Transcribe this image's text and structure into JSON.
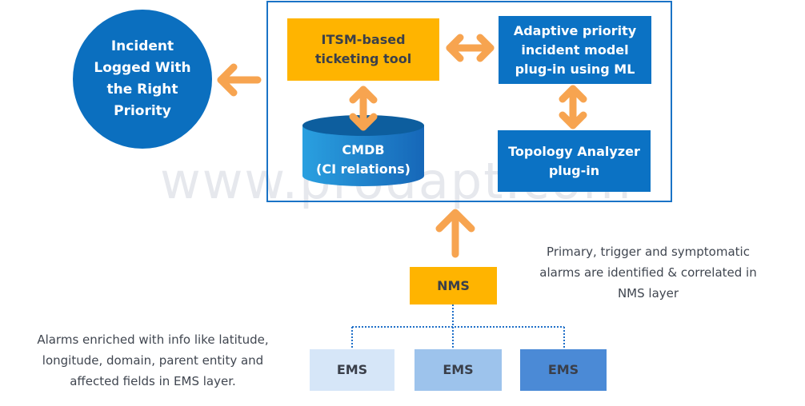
{
  "incident": "Incident Logged With the Right Priority",
  "itsm": "ITSM-based ticketing tool",
  "adaptive": "Adaptive priority incident model plug-in using ML",
  "cmdb_title": "CMDB",
  "cmdb_sub": "(CI relations)",
  "topology": "Topology Analyzer plug-in",
  "nms": "NMS",
  "ems": [
    "EMS",
    "EMS",
    "EMS"
  ],
  "nms_note": [
    "Primary, trigger and symptomatic",
    "alarms are identified & correlated in",
    "NMS layer"
  ],
  "ems_note": [
    "Alarms enriched with info like latitude,",
    "longitude, domain, parent entity and",
    "affected fields in EMS layer."
  ],
  "watermark": "www.prodapt.com",
  "colors": {
    "orange": "#ffb400",
    "blue": "#0b72c4",
    "arrow": "#f7a450",
    "ems": [
      "#d6e6f8",
      "#9dc3ec",
      "#4b8ad6"
    ]
  }
}
